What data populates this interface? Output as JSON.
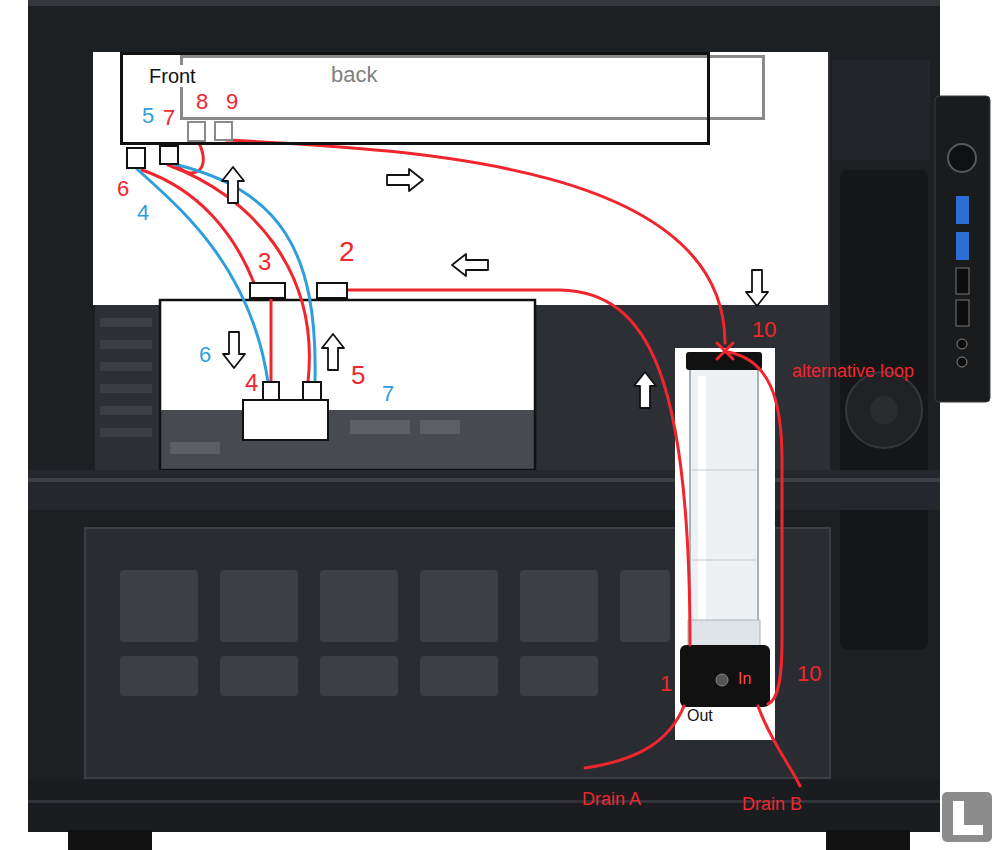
{
  "diagram": {
    "nodes": [
      {
        "text": [
          "Front"
        ]
      },
      {
        "text": [
          "back"
        ]
      }
    ],
    "labels": [
      "5",
      "7",
      "8",
      "9",
      "6",
      "4",
      "3",
      "2",
      "10",
      "alternative loop",
      "6",
      "4",
      "5",
      "7",
      "1",
      "Out",
      "In",
      "10",
      "Drain A",
      "Drain B"
    ]
  }
}
